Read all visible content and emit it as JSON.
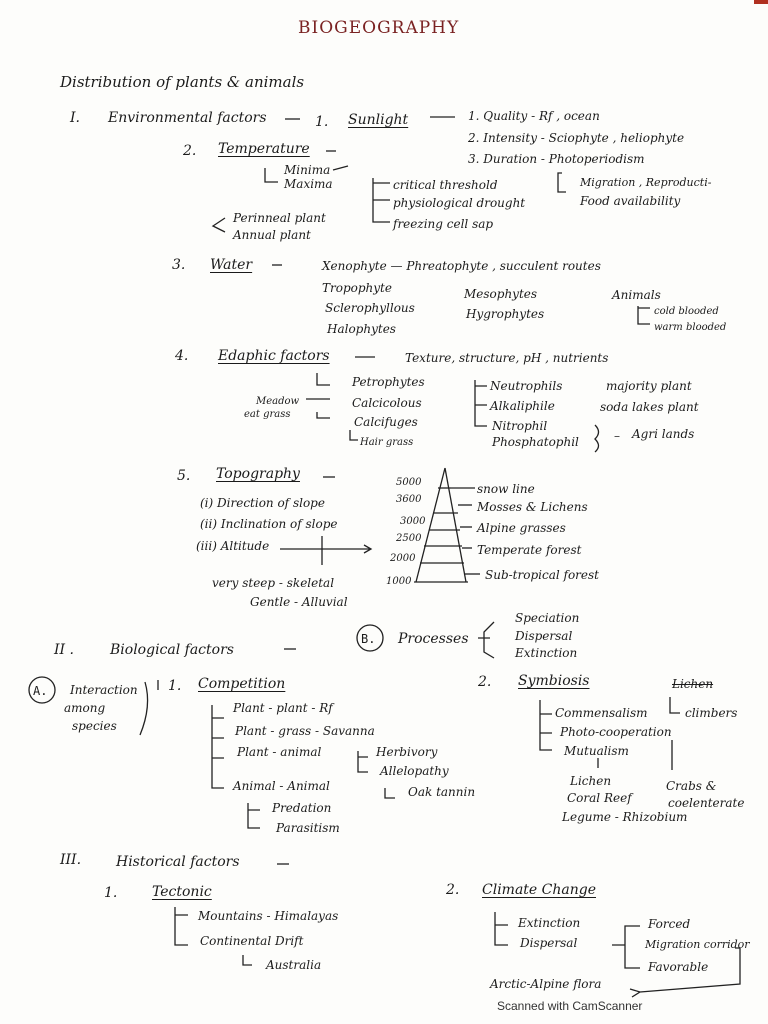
{
  "title": "BIOGEOGRAPHY",
  "heading": "Distribution of plants & animals",
  "env": {
    "roman": "I.",
    "label": "Environmental factors",
    "sun_num": "1.",
    "sunlight": "Sunlight",
    "sun_items": [
      "1. Quality - Rf , ocean",
      "2. Intensity - Sciophyte , heliophyte",
      "3. Duration - Photoperiodism"
    ],
    "photo_effects": [
      "Migration , Reproducti-",
      "Food availability"
    ],
    "temp_num": "2.",
    "temperature": "Temperature",
    "temp_items": [
      "Minima",
      "Maxima"
    ],
    "temp_effects": [
      "critical threshold",
      "physiological drought",
      "freezing cell sap"
    ],
    "plants": [
      "Perinneal plant",
      "Annual plant"
    ],
    "water_num": "3.",
    "water": "Water",
    "water_row1": "Xenophyte — Phreatophyte , succulent routes",
    "water_col1": [
      "Tropophyte",
      "Sclerophyllous",
      "Halophytes"
    ],
    "water_col2": [
      "Mesophytes",
      "Hygrophytes"
    ],
    "animals": "Animals",
    "animal_items": [
      "cold blooded",
      "warm blooded"
    ],
    "edaphic_num": "4.",
    "edaphic": "Edaphic factors",
    "edaphic_row": "Texture, structure, pH , nutrients",
    "meadow": [
      "Meadow",
      "eat grass"
    ],
    "edaphic_col1": [
      "Petrophytes",
      "Calcicolous",
      "Calcifuges"
    ],
    "hair_grass": "Hair grass",
    "edaphic_col2": [
      "Neutrophils",
      "Alkaliphile",
      "Nitrophil",
      "Phosphatophil"
    ],
    "edaphic_col3": [
      "majority plant",
      "soda lakes plant"
    ],
    "agri": "Agri lands",
    "topo_num": "5.",
    "topography": "Topography",
    "slope_items": [
      "(i) Direction of slope",
      "(ii) Inclination of slope",
      "(iii) Altitude"
    ],
    "slope_types": [
      "very steep - skeletal",
      "Gentle - Alluvial"
    ],
    "altitudes": [
      "5000",
      "3600",
      "3000",
      "2500",
      "2000",
      "1000"
    ],
    "zones": [
      "snow line",
      "Mosses & Lichens",
      "Alpine grasses",
      "Temperate forest",
      "Sub-tropical forest"
    ]
  },
  "bio": {
    "roman": "II .",
    "label": "Biological factors",
    "circle_b": "B.",
    "processes": "Processes",
    "process_items": [
      "Speciation",
      "Dispersal",
      "Extinction"
    ],
    "circle_a": "A.",
    "interaction": [
      "Interaction",
      "among",
      "species"
    ],
    "comp_num": "1.",
    "competition": "Competition",
    "comp_items": [
      "Plant - plant - Rf",
      "Plant - grass - Savanna",
      "Plant - animal",
      "Animal - Animal"
    ],
    "herbivory": [
      "Herbivory",
      "Allelopathy"
    ],
    "oak": "Oak tannin",
    "predation": [
      "Predation",
      "Parasitism"
    ],
    "sym_num": "2.",
    "symbiosis": "Symbiosis",
    "lichen_struck": "Lichen",
    "climbers": "climbers",
    "sym_items": [
      "Commensalism",
      "Photo-cooperation",
      "Mutualism"
    ],
    "mut_examples": [
      "Lichen",
      "Coral Reef",
      "Legume - Rhizobium"
    ],
    "crabs": [
      "Crabs &",
      "coelenterate"
    ]
  },
  "hist": {
    "roman": "III.",
    "label": "Historical factors",
    "tect_num": "1.",
    "tectonic": "Tectonic",
    "tect_items": [
      "Mountains - Himalayas",
      "Continental Drift"
    ],
    "australia": "Australia",
    "clim_num": "2.",
    "climate": "Climate Change",
    "clim_items": [
      "Extinction",
      "Dispersal"
    ],
    "dispersal_types": [
      "Forced",
      "Migration corridor",
      "Favorable"
    ],
    "arctic": "Arctic-Alpine flora"
  },
  "footer": "Scanned with CamScanner"
}
